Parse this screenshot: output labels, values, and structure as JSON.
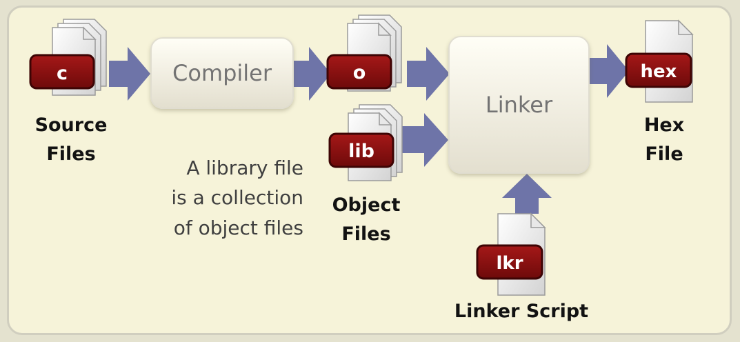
{
  "diagram": {
    "source_files": {
      "tag": "c",
      "label_line1": "Source",
      "label_line2": "Files"
    },
    "compiler": {
      "label": "Compiler"
    },
    "object_files": {
      "tag": "o",
      "label_line1": "Object",
      "label_line2": "Files"
    },
    "library": {
      "tag": "lib"
    },
    "library_note": {
      "line1": "A library file",
      "line2": "is a collection",
      "line3": "of object files"
    },
    "linker": {
      "label": "Linker"
    },
    "linker_script": {
      "tag": "lkr",
      "label": "Linker Script"
    },
    "hex_file": {
      "tag": "hex",
      "label_line1": "Hex",
      "label_line2": "File"
    }
  },
  "colors": {
    "tag_fill": "#8b1111",
    "arrow_fill": "#6e74a8",
    "background": "#f6f3d9",
    "box_text": "#737373"
  }
}
